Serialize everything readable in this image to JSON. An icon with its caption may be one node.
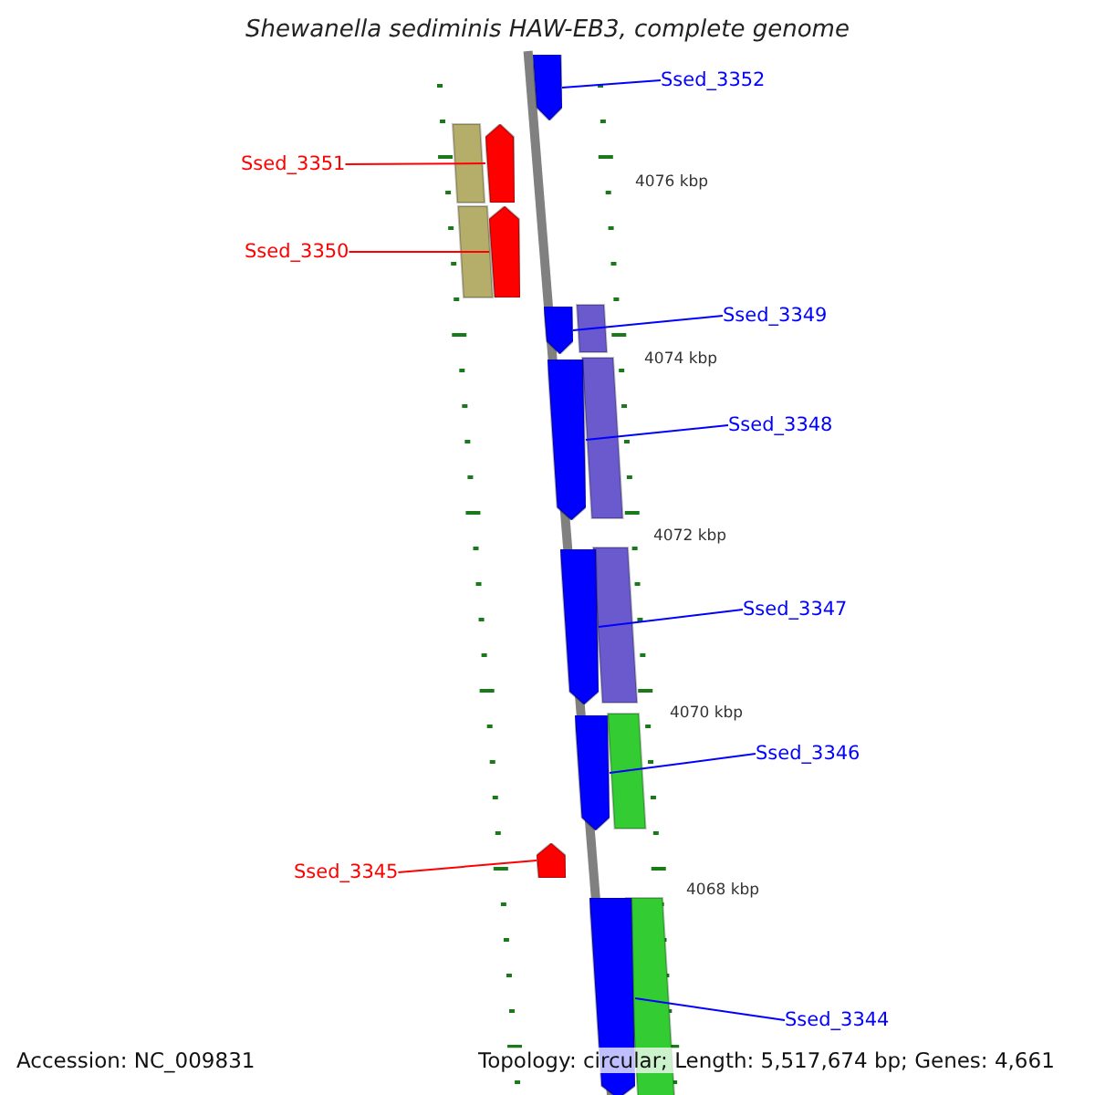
{
  "diagram": {
    "title": "Shewanella sediminis HAW-EB3, complete genome",
    "nodes": [
      {
        "text": [
          "Ssed_3352"
        ]
      },
      {
        "text": [],
        "shape": "box"
      },
      {
        "text": [
          "Ssed_3351"
        ]
      },
      {
        "text": [],
        "shape": "box"
      },
      {
        "text": [
          "Ssed_3350"
        ]
      },
      {
        "text": [],
        "shape": "box"
      },
      {
        "text": [
          "Ssed_3349"
        ]
      },
      {
        "text": [],
        "shape": "box"
      },
      {
        "text": [
          "Ssed_3348"
        ]
      },
      {
        "text": [],
        "shape": "box"
      },
      {
        "text": [
          "Ssed_3347"
        ]
      },
      {
        "text": [],
        "shape": "box"
      },
      {
        "text": [
          "Ssed_3346"
        ]
      },
      {
        "text": [],
        "shape": "box"
      },
      {
        "text": [
          "Ssed_3345"
        ]
      },
      {
        "text": [],
        "shape": "box"
      },
      {
        "text": [
          "Ssed_3344"
        ]
      },
      {
        "text": [],
        "shape": "box"
      }
    ],
    "edges": [
      {
        "from": 0,
        "to": 1,
        "arrow": "none"
      },
      {
        "from": 2,
        "to": 3,
        "arrow": "none",
        "color": "#ff0000"
      },
      {
        "from": 4,
        "to": 5,
        "arrow": "none",
        "color": "#ff0000"
      },
      {
        "from": 6,
        "to": 7,
        "arrow": "none"
      },
      {
        "from": 8,
        "to": 9,
        "arrow": "none"
      },
      {
        "from": 10,
        "to": 11,
        "arrow": "none"
      },
      {
        "from": 12,
        "to": 13,
        "arrow": "none"
      },
      {
        "from": 14,
        "to": 15,
        "arrow": "none",
        "color": "#ff0000"
      },
      {
        "from": 16,
        "to": 17,
        "arrow": "none"
      }
    ],
    "labels": [
      "4076 kbp",
      "4074 kbp",
      "4072 kbp",
      "4070 kbp",
      "4068 kbp",
      "Accession: NC_009831",
      "Topology: circular; Length: 5,517,674 bp; Genes: 4,661"
    ]
  }
}
